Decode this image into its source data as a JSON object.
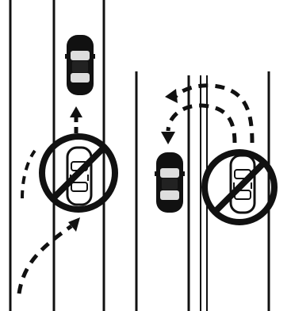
{
  "diagram": {
    "panels": [
      {
        "id": "left",
        "elements": [
          {
            "name": "allowed-car",
            "kind": "car",
            "fill": "dark"
          },
          {
            "name": "prohibited-car",
            "kind": "car",
            "fill": "outline"
          },
          {
            "name": "prohibited-sign",
            "kind": "no-symbol"
          },
          {
            "name": "path-arrow",
            "kind": "dashed-arrow"
          }
        ]
      },
      {
        "id": "right",
        "elements": [
          {
            "name": "allowed-car",
            "kind": "car",
            "fill": "dark"
          },
          {
            "name": "prohibited-car",
            "kind": "car",
            "fill": "outline"
          },
          {
            "name": "prohibited-sign",
            "kind": "no-symbol"
          },
          {
            "name": "u-turn-arrow",
            "kind": "dashed-arrow"
          }
        ]
      }
    ],
    "colors": {
      "ink": "#111111",
      "background": "#ffffff"
    }
  }
}
